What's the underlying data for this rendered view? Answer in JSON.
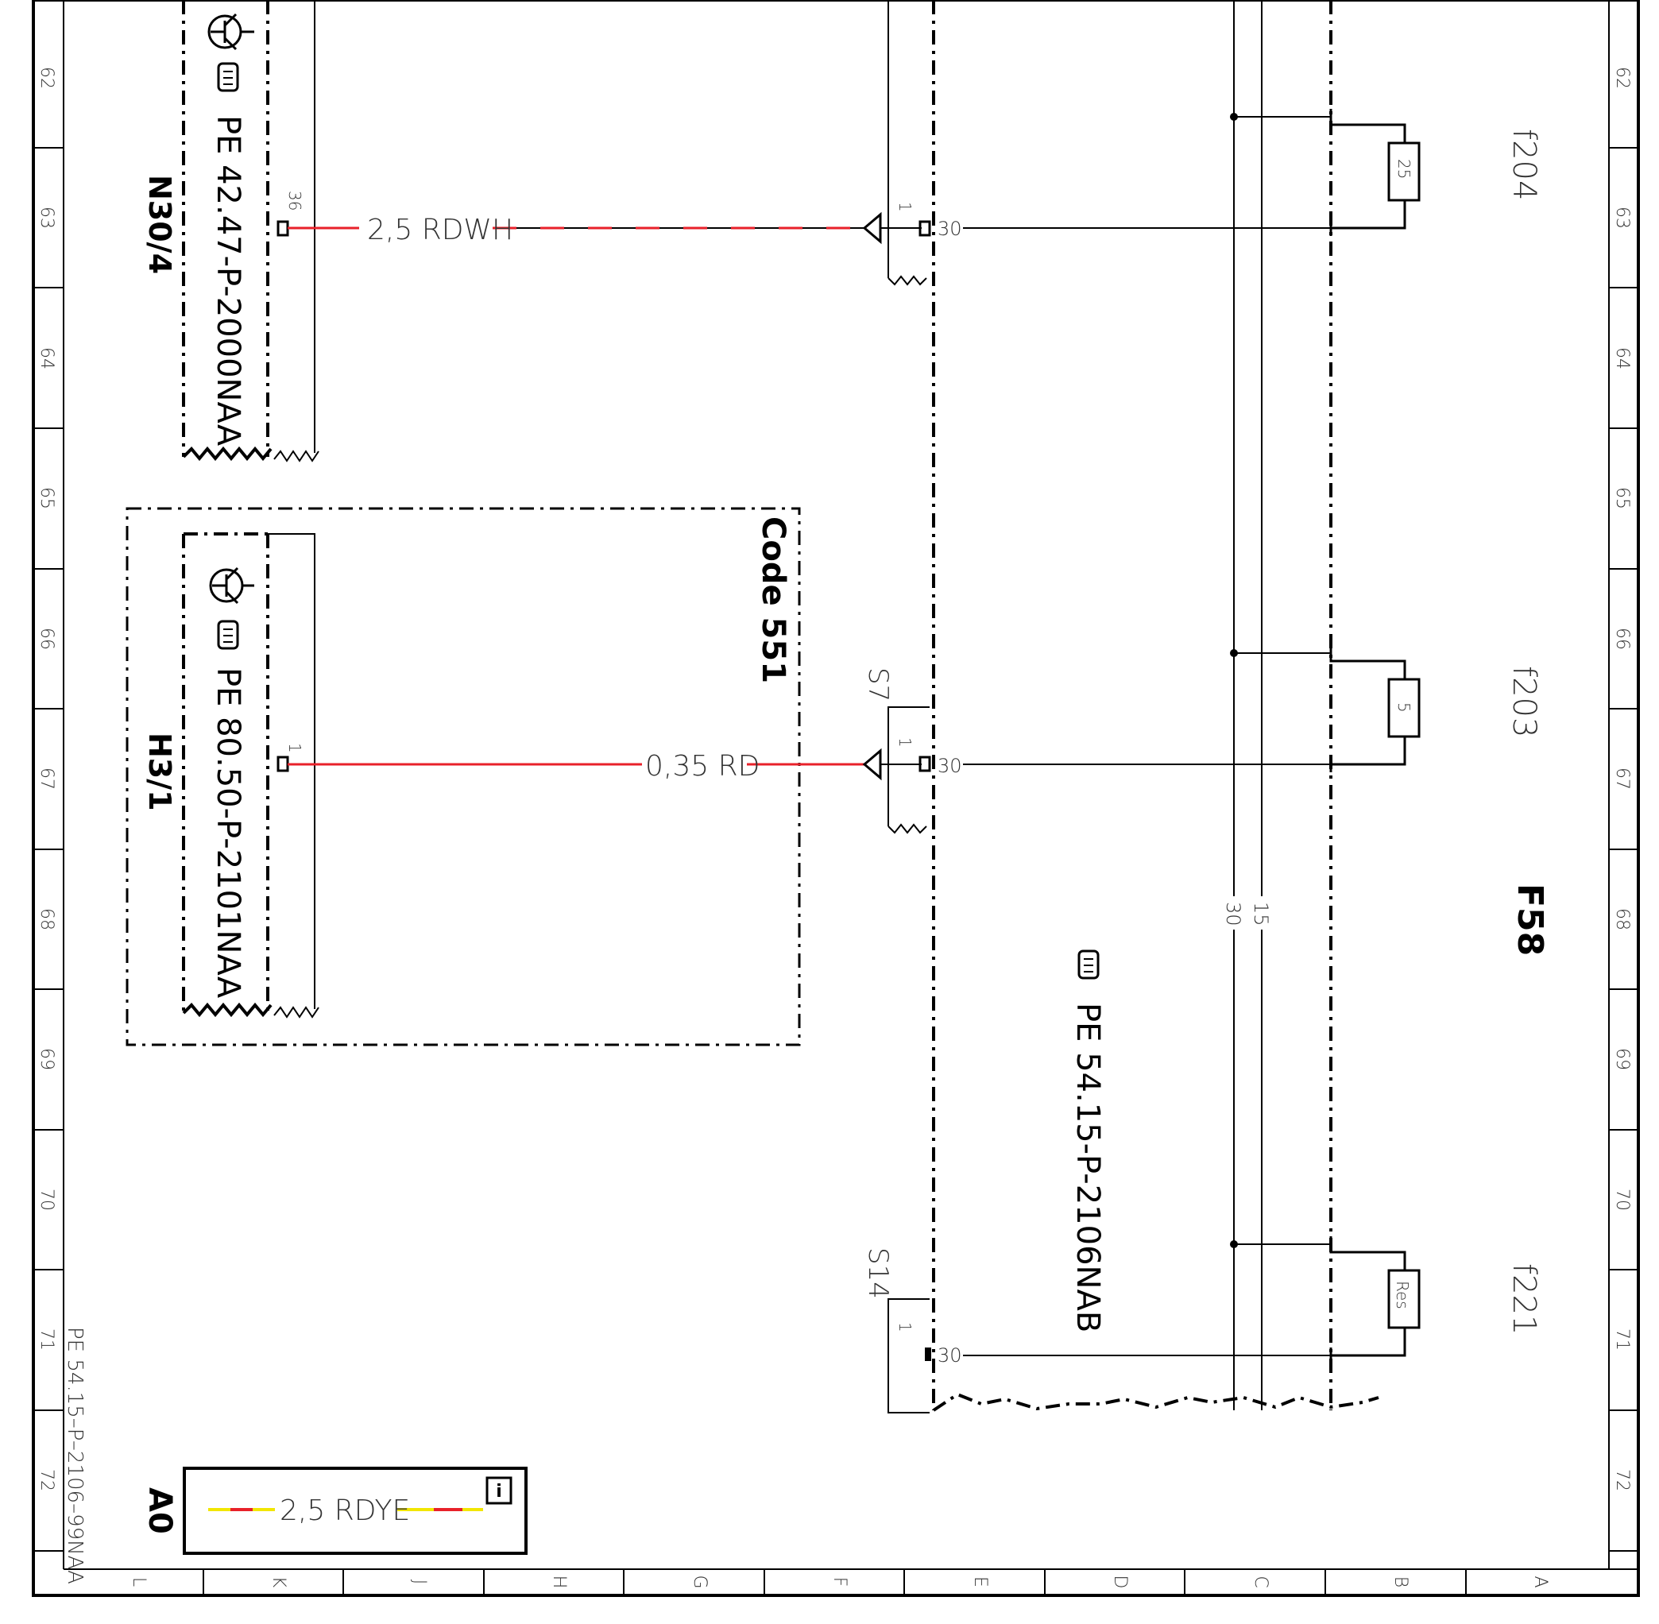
{
  "frame": {
    "row_numbers": [
      "62",
      "63",
      "64",
      "65",
      "66",
      "67",
      "68",
      "69",
      "70",
      "71",
      "72"
    ],
    "column_letters": [
      "L",
      "K",
      "J",
      "H",
      "G",
      "F",
      "E",
      "D",
      "C",
      "B",
      "A"
    ]
  },
  "components": {
    "n30_4": {
      "label": "N30/4",
      "ref": "PE 42.47-P-2000NAA",
      "pin": "36"
    },
    "h3_1": {
      "label": "H3/1",
      "ref": "PE 80.50-P-2101NAA",
      "pin": "1"
    },
    "code_box": {
      "label": "Code 551"
    },
    "f58": {
      "label": "F58",
      "ref": "PE 54.15-P-2106NAB"
    }
  },
  "wires": {
    "w1": {
      "label": "2,5 RDWH",
      "colors": [
        "#e8212a",
        "#ffffff"
      ]
    },
    "w2": {
      "label": "0,35 RD",
      "colors": [
        "#e8212a"
      ]
    },
    "legend_wire": {
      "label": "2,5 RDYE",
      "colors": [
        "#e8212a",
        "#f2e600"
      ]
    }
  },
  "connectors": {
    "top": {
      "pin": "1",
      "terminal": "30"
    },
    "s7": {
      "label": "S7",
      "pin": "1",
      "terminal": "30"
    },
    "s14": {
      "label": "S14",
      "pin": "1",
      "terminal": "30"
    }
  },
  "fuses": [
    {
      "label": "f204",
      "rating": "25"
    },
    {
      "label": "f203",
      "rating": "5"
    },
    {
      "label": "f221",
      "rating": "Res"
    }
  ],
  "busbars": {
    "left": "30",
    "right": "15"
  },
  "legend": {
    "code": "A0",
    "info_icon": "i"
  },
  "footer_ref": "PE 54.15–P–2106–99NAA"
}
